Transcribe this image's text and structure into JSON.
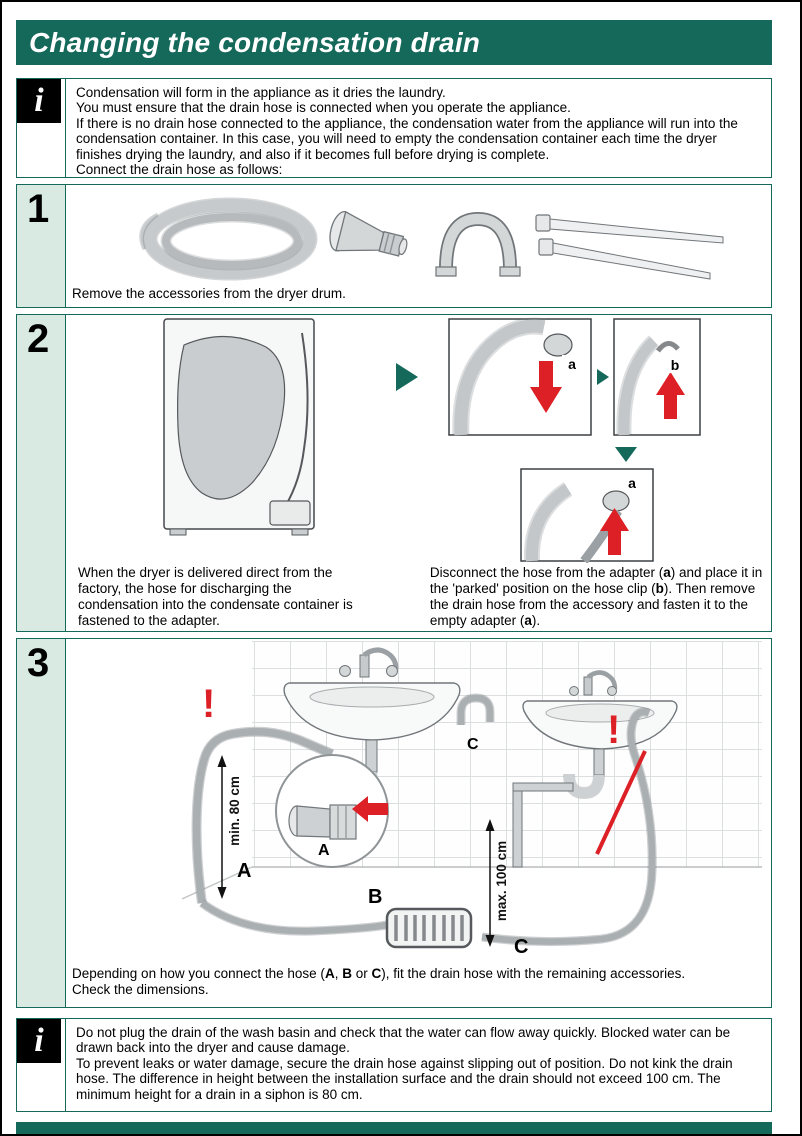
{
  "page": {
    "title": "Changing the condensation drain"
  },
  "colors": {
    "brand_green": "#15695A",
    "light_green": "#D8EAE2",
    "warning_red": "#DD1F26"
  },
  "info_top": {
    "icon_glyph": "i",
    "p1": "Condensation will form in the appliance as it dries the laundry.",
    "p2": "You must ensure that the drain hose is connected when you operate the appliance.",
    "p3": "If there is no drain hose connected to the appliance, the condensation water from the appliance will run into the condensation container. In this case, you will need to empty the condensation container each time the dryer finishes drying the laundry, and also if it becomes full before drying is complete.",
    "p4": "Connect the drain hose as follows:"
  },
  "step1": {
    "number": "1",
    "caption": "Remove the accessories from the dryer drum."
  },
  "step2": {
    "number": "2",
    "caption_left": "When the dryer is delivered direct from the factory, the hose for discharging the condensation into the condensate container is fastened to the adapter.",
    "caption_right": {
      "p1": "Disconnect the hose from the adapter (",
      "b1": "a",
      "p2": ") and place it in the 'parked' position on the hose clip (",
      "b2": "b",
      "p3": "). Then remove the drain hose from the accessory and fasten it to the empty adapter (",
      "b3": "a",
      "p4": ")."
    },
    "labels": {
      "a": "a",
      "b": "b"
    }
  },
  "step3": {
    "number": "3",
    "caption": {
      "p1": "Depending on how you connect the hose (",
      "b1": "A",
      "p2": ", ",
      "b2": "B",
      "p3": " or ",
      "b3": "C",
      "p4": "), fit the drain hose with the remaining accessories.",
      "line2": "Check the dimensions."
    },
    "labels": {
      "a": "A",
      "b": "B",
      "c": "C",
      "min_height": "min. 80 cm",
      "max_height": "max. 100 cm",
      "warning": "!"
    }
  },
  "info_bottom": {
    "icon_glyph": "i",
    "p1": "Do not plug the drain of the wash basin and check that the water can flow away quickly. Blocked water can be drawn back into the dryer and cause damage.",
    "p2": "To prevent leaks or water damage, secure the drain hose against slipping out of position. Do not kink the drain hose. The difference in height between the installation surface and the drain should not exceed 100 cm. The minimum height for a drain in a siphon is 80 cm."
  }
}
